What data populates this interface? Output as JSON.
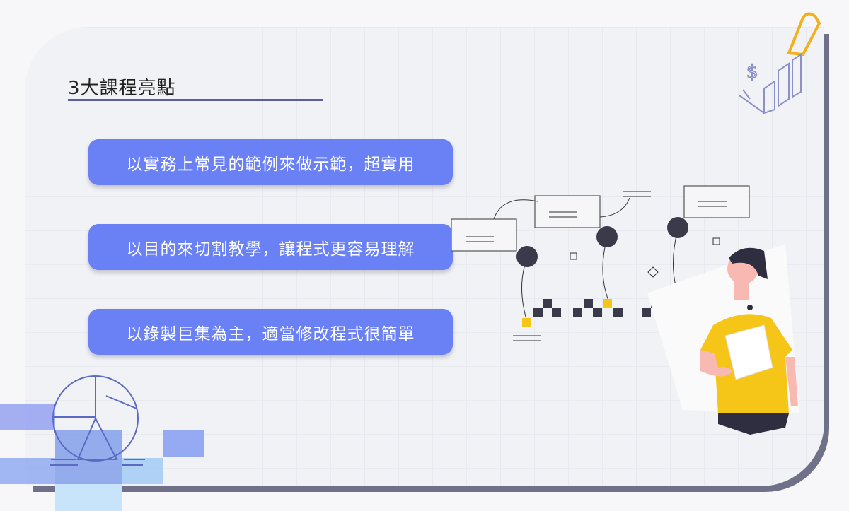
{
  "title": "3大課程亮點",
  "highlights": [
    {
      "label": "以實務上常見的範例來做示範，超實用"
    },
    {
      "label": "以目的來切割教學，讓程式更容易理解"
    },
    {
      "label": "以錄製巨集為主，適當修改程式很簡單"
    }
  ],
  "colors": {
    "accent": "#6a80f5",
    "underline": "#5a5d9e",
    "yellow": "#f5c518",
    "shadow": "#6f7189"
  }
}
